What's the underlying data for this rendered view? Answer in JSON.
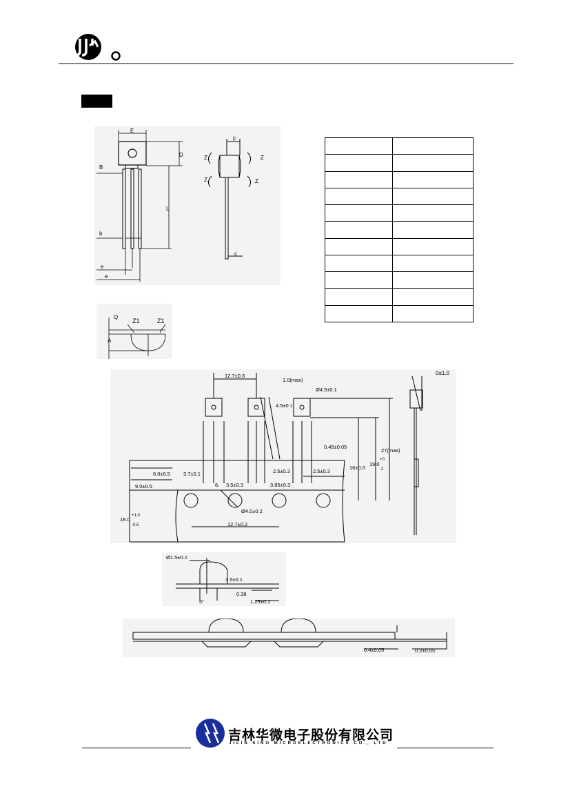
{
  "footer": {
    "company_cn": "吉林华微电子股份有限公司",
    "company_en": "JILIN SINO MICROELECTRONICS CO., LTD"
  },
  "package_drawing": {
    "labels": {
      "E": "E",
      "D": "D",
      "B": "B",
      "L": "L",
      "b": "b",
      "e": "e",
      "e2": "e",
      "F": "F",
      "Z": "Z",
      "c": "c",
      "Q": "Q",
      "A": "A",
      "Z1": "Z1"
    }
  },
  "dimension_table": {
    "rows": 11,
    "columns": 2
  },
  "tape_drawing": {
    "dims": {
      "pitch_top": "12.7±0.3",
      "lead_tilt": "1.0(max)",
      "hole_dia_small": "Ø4.5±0.1",
      "body_offset": "4.5±0.1",
      "lead_width": "0.45±0.05",
      "total_height": "27(max)",
      "lead_to_hole": "16±0.5",
      "height_19": "19.0",
      "height_19_tol_top": "+0",
      "height_19_tol_bot": "-2",
      "dim_6": "6.0±0.5",
      "dim_3_7": "3.7±0.1",
      "dim_2_5a": "2.5±0.3",
      "dim_2_5b": "2.5±0.3",
      "dim_9": "9.0±0.5",
      "dim_6_label": "6.",
      "dim_3_5": "3.5±0.3",
      "dim_3_85": "3.85±0.3",
      "hole_dia": "Ø4.0±0.2",
      "pitch_bottom": "12.7±0.2",
      "tape_width": "18.0",
      "tape_width_tol_top": "+1.0",
      "tape_width_tol_bot": "-0.5",
      "tilt_side": "0±1.0"
    }
  },
  "hole_detail": {
    "dims": {
      "dia": "Ø1.5±0.2",
      "h3_5": "3.5±0.1",
      "d0_38": "0.38",
      "d1_25": "1.25±0.1",
      "angle": "5°"
    }
  },
  "tape_side": {
    "dims": {
      "t04": "0.4±0.05",
      "t02": "0.2±0.05"
    }
  }
}
